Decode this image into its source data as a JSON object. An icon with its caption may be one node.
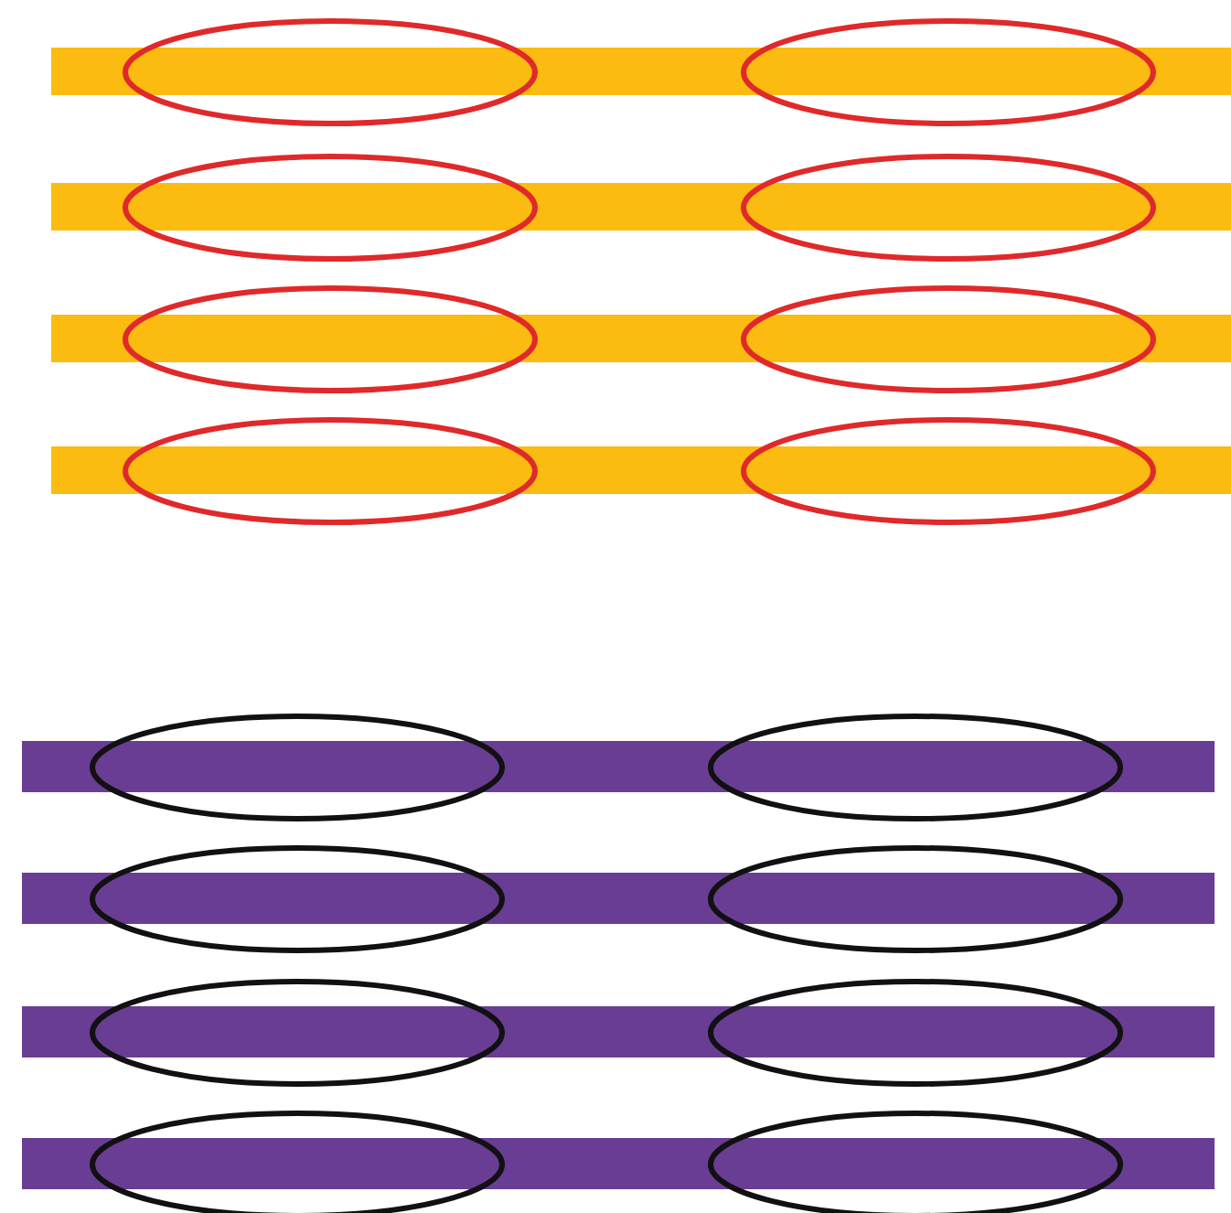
{
  "diagram": {
    "nodes": [
      {
        "text": [],
        "shape": "bar"
      },
      {
        "text": [],
        "shape": "ellipse"
      },
      {
        "text": [],
        "shape": "ellipse"
      },
      {
        "text": [],
        "shape": "bar"
      },
      {
        "text": [],
        "shape": "ellipse"
      },
      {
        "text": [],
        "shape": "ellipse"
      },
      {
        "text": [],
        "shape": "bar"
      },
      {
        "text": [],
        "shape": "ellipse"
      },
      {
        "text": [],
        "shape": "ellipse"
      },
      {
        "text": [],
        "shape": "bar"
      },
      {
        "text": [],
        "shape": "ellipse"
      },
      {
        "text": [],
        "shape": "ellipse"
      },
      {
        "text": [],
        "shape": "bar"
      },
      {
        "text": [],
        "shape": "ellipse"
      },
      {
        "text": [],
        "shape": "ellipse"
      },
      {
        "text": [],
        "shape": "bar"
      },
      {
        "text": [],
        "shape": "ellipse"
      },
      {
        "text": [],
        "shape": "ellipse"
      },
      {
        "text": [],
        "shape": "bar"
      },
      {
        "text": [],
        "shape": "ellipse"
      },
      {
        "text": [],
        "shape": "ellipse"
      },
      {
        "text": [],
        "shape": "bar"
      },
      {
        "text": [],
        "shape": "ellipse"
      },
      {
        "text": [],
        "shape": "ellipse"
      }
    ]
  }
}
